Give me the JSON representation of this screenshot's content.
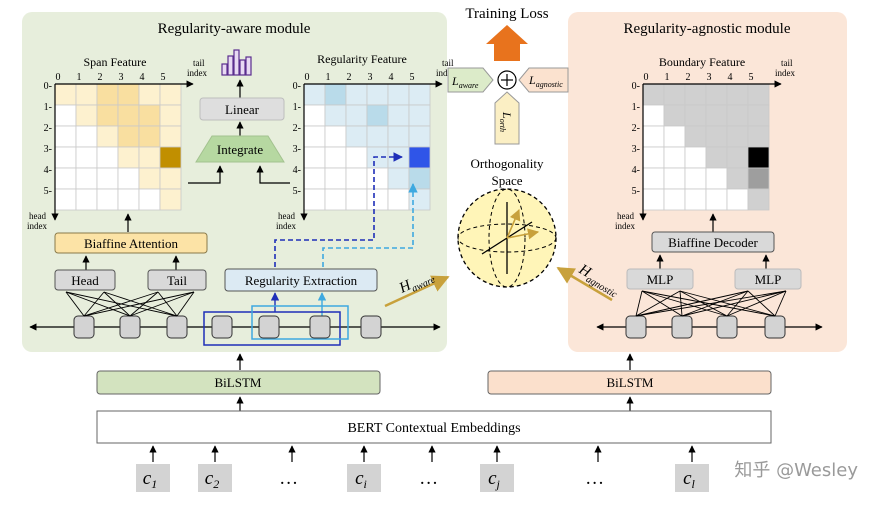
{
  "aware_module": {
    "title": "Regularity-aware module",
    "span_feature": "Span Feature",
    "regularity_feature": "Regularity Feature",
    "linear": "Linear",
    "integrate": "Integrate",
    "biaffine_attention": "Biaffine Attention",
    "head": "Head",
    "tail": "Tail",
    "regularity_extraction": "Regularity Extraction",
    "bilstm": "BiLSTM",
    "h_main": "H",
    "h_sub": "aware"
  },
  "agnostic_module": {
    "title": "Regularity-agnostic module",
    "boundary_feature": "Boundary Feature",
    "biaffine_decoder": "Biaffine Decoder",
    "mlp_left": "MLP",
    "mlp_right": "MLP",
    "bilstm": "BiLSTM",
    "h_main": "H",
    "h_sub": "agnostic"
  },
  "loss": {
    "title": "Training Loss",
    "plus": "⊕",
    "l_aware_main": "L",
    "l_aware_sub": "aware",
    "l_agnostic_main": "L",
    "l_agnostic_sub": "agnostic",
    "l_orth_main": "L",
    "l_orth_sub": "orth"
  },
  "orthogonality": {
    "line1": "Orthogonality",
    "line2": "Space"
  },
  "grid_labels": {
    "tail_index_line1": "tail",
    "tail_index_line2": "index",
    "head_index_line1": "head",
    "head_index_line2": "index",
    "col_ticks": [
      "0",
      "1",
      "2",
      "3",
      "4",
      "5"
    ],
    "row_ticks": [
      "0-",
      "1-",
      "2-",
      "3-",
      "4-",
      "5-"
    ]
  },
  "bert": "BERT Contextual Embeddings",
  "tokens": [
    {
      "main": "c",
      "sub": "1"
    },
    {
      "main": "c",
      "sub": "2"
    },
    {
      "main": "…",
      "sub": ""
    },
    {
      "main": "c",
      "sub": "i"
    },
    {
      "main": "…",
      "sub": ""
    },
    {
      "main": "c",
      "sub": "j"
    },
    {
      "main": "…",
      "sub": ""
    },
    {
      "main": "c",
      "sub": "l"
    }
  ],
  "watermark": "知乎 @Wesley",
  "colors": {
    "aware_panel": "#e7eedc",
    "agnostic_panel": "#fbe6d8",
    "aware_bilstm": "#d3e3bf",
    "agnostic_bilstm": "#fbe0cc",
    "span_light": "#fdf1cf",
    "span_mid": "#f9dfa0",
    "span_dark": "#c18f00",
    "reg_light": "#dcecf4",
    "reg_mid": "#b9dbea",
    "reg_dark": "#2f55e8",
    "bound_light": "#ededed",
    "bound_mid": "#d0d0d0",
    "bound_dark": "#000000",
    "loss_arrow": "#e8731d",
    "h_arrow": "#c8a13c"
  }
}
